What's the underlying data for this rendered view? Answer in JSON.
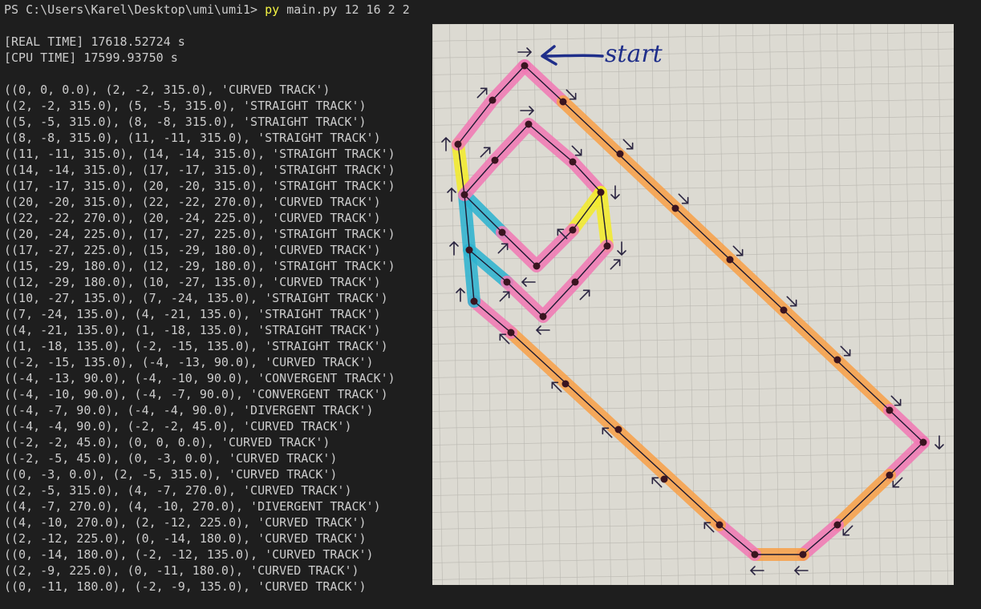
{
  "prompt": {
    "path": "PS C:\\Users\\Karel\\Desktop\\umi\\umi1> ",
    "command": "py",
    "args": " main.py 12 16 2 2"
  },
  "timing": [
    "[REAL TIME] 17618.52724 s",
    "[CPU TIME] 17599.93750 s"
  ],
  "output_lines": [
    "((0, 0, 0.0), (2, -2, 315.0), 'CURVED TRACK')",
    "((2, -2, 315.0), (5, -5, 315.0), 'STRAIGHT TRACK')",
    "((5, -5, 315.0), (8, -8, 315.0), 'STRAIGHT TRACK')",
    "((8, -8, 315.0), (11, -11, 315.0), 'STRAIGHT TRACK')",
    "((11, -11, 315.0), (14, -14, 315.0), 'STRAIGHT TRACK')",
    "((14, -14, 315.0), (17, -17, 315.0), 'STRAIGHT TRACK')",
    "((17, -17, 315.0), (20, -20, 315.0), 'STRAIGHT TRACK')",
    "((20, -20, 315.0), (22, -22, 270.0), 'CURVED TRACK')",
    "((22, -22, 270.0), (20, -24, 225.0), 'CURVED TRACK')",
    "((20, -24, 225.0), (17, -27, 225.0), 'STRAIGHT TRACK')",
    "((17, -27, 225.0), (15, -29, 180.0), 'CURVED TRACK')",
    "((15, -29, 180.0), (12, -29, 180.0), 'STRAIGHT TRACK')",
    "((12, -29, 180.0), (10, -27, 135.0), 'CURVED TRACK')",
    "((10, -27, 135.0), (7, -24, 135.0), 'STRAIGHT TRACK')",
    "((7, -24, 135.0), (4, -21, 135.0), 'STRAIGHT TRACK')",
    "((4, -21, 135.0), (1, -18, 135.0), 'STRAIGHT TRACK')",
    "((1, -18, 135.0), (-2, -15, 135.0), 'STRAIGHT TRACK')",
    "((-2, -15, 135.0), (-4, -13, 90.0), 'CURVED TRACK')",
    "((-4, -13, 90.0), (-4, -10, 90.0), 'CONVERGENT TRACK')",
    "((-4, -10, 90.0), (-4, -7, 90.0), 'CONVERGENT TRACK')",
    "((-4, -7, 90.0), (-4, -4, 90.0), 'DIVERGENT TRACK')",
    "((-4, -4, 90.0), (-2, -2, 45.0), 'CURVED TRACK')",
    "((-2, -2, 45.0), (0, 0, 0.0), 'CURVED TRACK')",
    "((-2, -5, 45.0), (0, -3, 0.0), 'CURVED TRACK')",
    "((0, -3, 0.0), (2, -5, 315.0), 'CURVED TRACK')",
    "((2, -5, 315.0), (4, -7, 270.0), 'CURVED TRACK')",
    "((4, -7, 270.0), (4, -10, 270.0), 'DIVERGENT TRACK')",
    "((4, -10, 270.0), (2, -12, 225.0), 'CURVED TRACK')",
    "((2, -12, 225.0), (0, -14, 180.0), 'CURVED TRACK')",
    "((0, -14, 180.0), (-2, -12, 135.0), 'CURVED TRACK')",
    "((2, -9, 225.0), (0, -11, 180.0), 'CURVED TRACK')",
    "((0, -11, 180.0), (-2, -9, 135.0), 'CURVED TRACK')"
  ],
  "photo": {
    "annotation": "start",
    "colors": {
      "paper": "#dcdad2",
      "grid": "#b9b7b0",
      "curved": "#f07ab4",
      "straight": "#f7a04a",
      "convergent": "#2fb3cf",
      "divergent": "#f3ea2c",
      "ink": "#1c1830",
      "pen": "#1f2e8a"
    }
  }
}
